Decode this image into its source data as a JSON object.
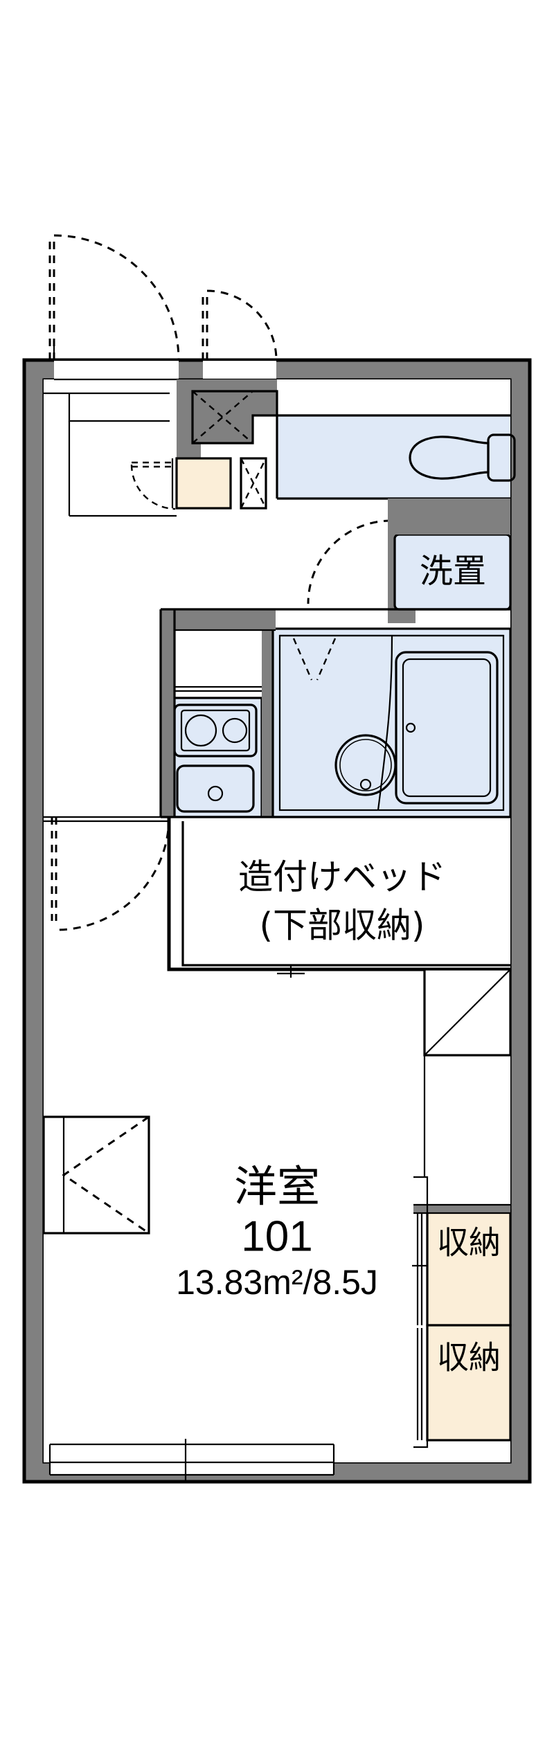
{
  "plan": {
    "type": "japanese-apartment-floor-plan",
    "unit_number": "101",
    "colors": {
      "wall": "#808080",
      "outline": "#000000",
      "wet_area": "#dfe9f7",
      "closet": "#fbeed8",
      "background": "#ffffff"
    }
  },
  "labels": {
    "main_room": "洋室",
    "room_number": "101",
    "room_area": "13.83m²/8.5J",
    "bed": "造付けベッド",
    "bed_sub": "(下部収納)",
    "washer": "洗置",
    "closet_upper": "収納",
    "closet_lower": "収納"
  },
  "rooms": [
    {
      "name": "洋室",
      "number": "101",
      "area_m2": 13.83,
      "area_jo": 8.5,
      "area_text": "13.83m²/8.5J",
      "type": "western-style-room"
    },
    {
      "name": "造付けベッド",
      "sub": "(下部収納)",
      "type": "built-in-bed-with-under-storage"
    },
    {
      "name": "洗置",
      "type": "washing-machine-space"
    },
    {
      "name": "収納",
      "type": "closet",
      "position": "upper"
    },
    {
      "name": "収納",
      "type": "closet",
      "position": "lower"
    }
  ],
  "fixtures": [
    {
      "name": "toilet",
      "label": ""
    },
    {
      "name": "unit-bath",
      "label": ""
    },
    {
      "name": "bathtub",
      "label": ""
    },
    {
      "name": "wash-basin",
      "label": ""
    },
    {
      "name": "kitchen-sink",
      "label": ""
    },
    {
      "name": "gas-stove-two-burner",
      "label": ""
    },
    {
      "name": "shoe-cabinet",
      "label": ""
    },
    {
      "name": "entrance-door",
      "label": ""
    },
    {
      "name": "balcony-window",
      "label": ""
    },
    {
      "name": "casement-window",
      "label": ""
    }
  ]
}
